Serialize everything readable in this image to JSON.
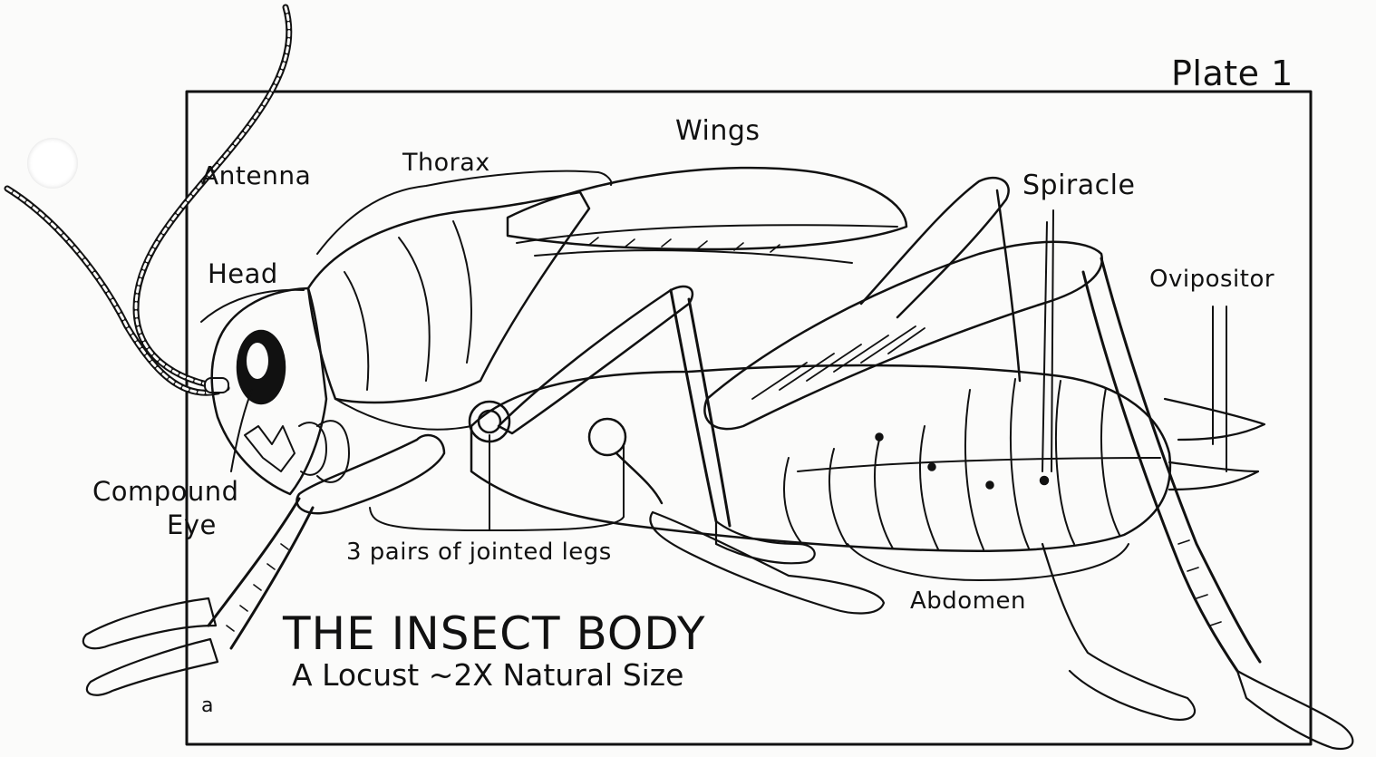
{
  "plate_label": "Plate 1",
  "labels": {
    "antenna": "Antenna",
    "thorax": "Thorax",
    "wings": "Wings",
    "spiracle": "Spiracle",
    "head": "Head",
    "ovipositor": "Ovipositor",
    "compound_eye_line1": "Compound",
    "compound_eye_line2": "Eye",
    "legs": "3 pairs of jointed legs",
    "abdomen": "Abdomen"
  },
  "title": {
    "main": "THE INSECT BODY",
    "subtitle": "A Locust ~2X Natural Size"
  },
  "corner_mark": "a"
}
